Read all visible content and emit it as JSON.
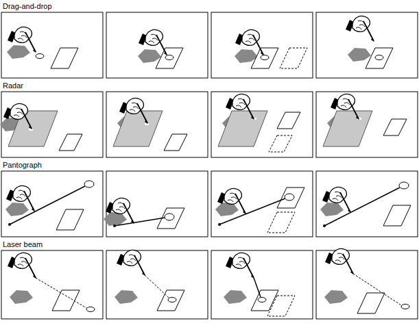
{
  "diagram": {
    "labels": [
      "Drag-and-drop",
      "Radar",
      "Pantograph",
      "Laser beam"
    ]
  }
}
